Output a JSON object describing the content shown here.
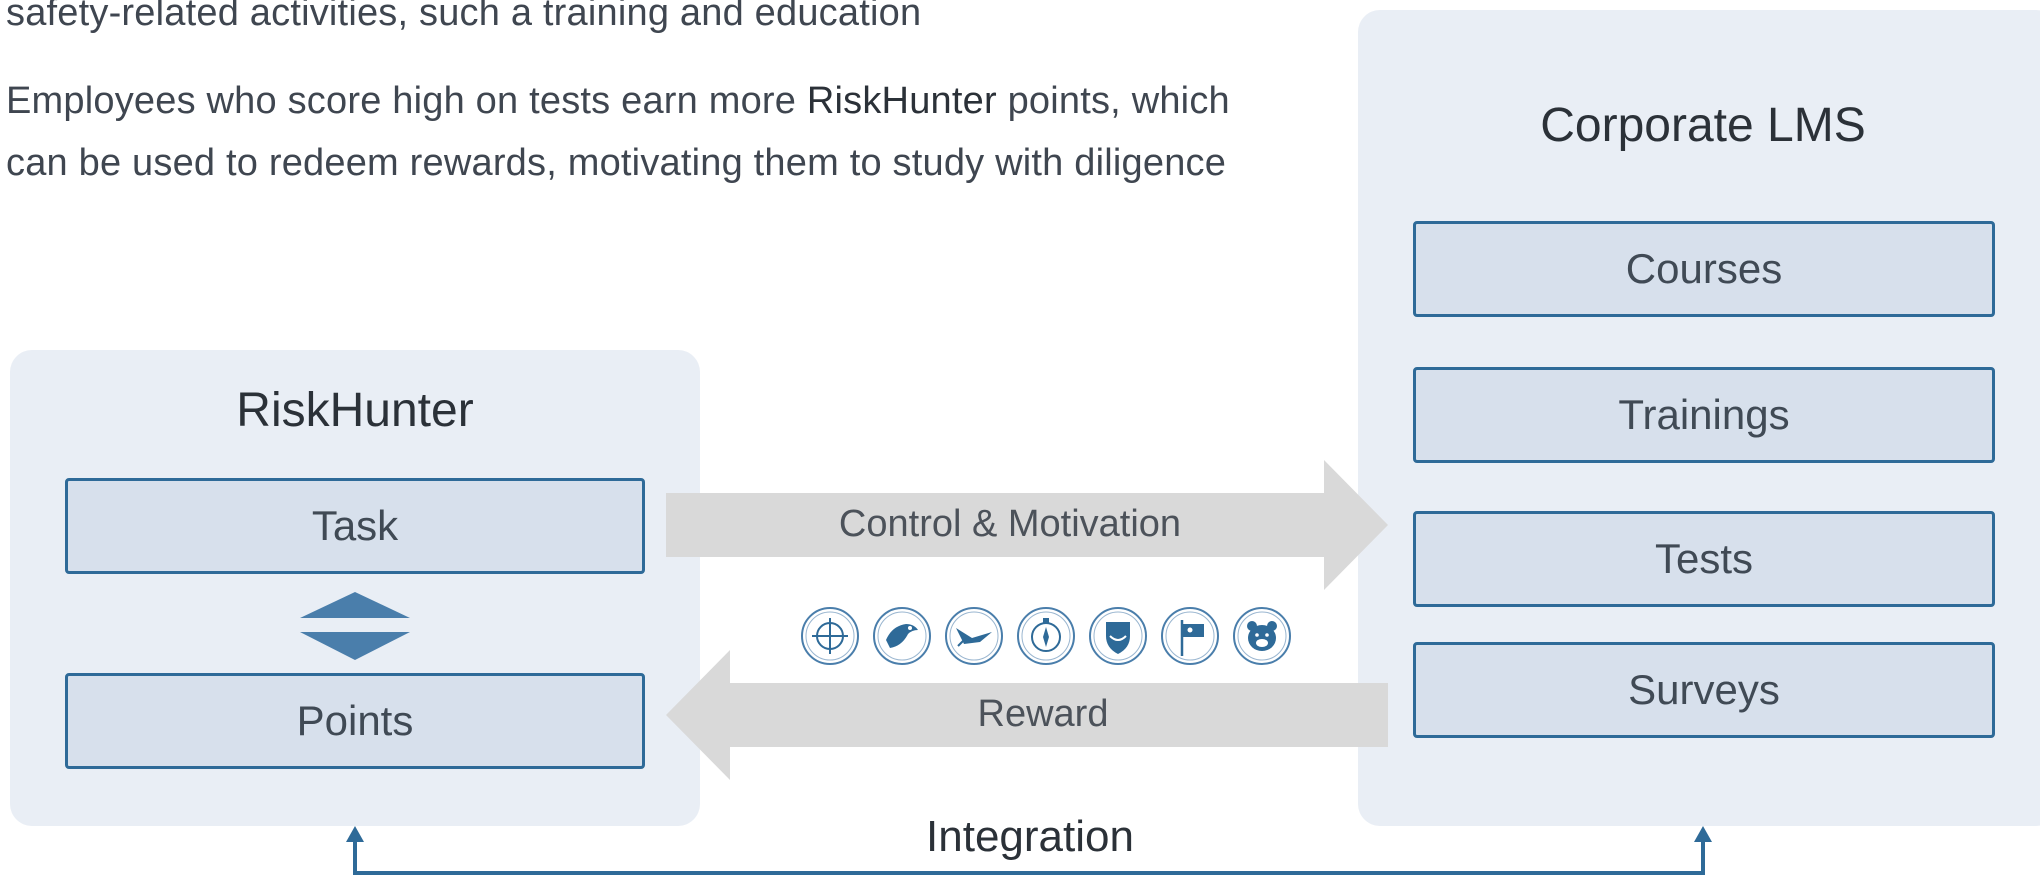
{
  "intro": {
    "line1": "safety-related activities, such a training and education",
    "para2_pre": "Employees who score high on tests earn more ",
    "para2_brand": "RiskHunter",
    "para2_post": " points, which",
    "para2_line2": "can be used to redeem rewards, motivating them to study with diligence"
  },
  "riskhunter": {
    "title": "RiskHunter",
    "items": [
      "Task",
      "Points"
    ]
  },
  "lms": {
    "title": "Corporate LMS",
    "items": [
      "Courses",
      "Trainings",
      "Tests",
      "Surveys"
    ]
  },
  "flows": {
    "forward": "Control & Motivation",
    "back": "Reward",
    "integration": "Integration"
  },
  "badges": [
    "crosshair-badge-icon",
    "eagle-badge-icon",
    "bird-badge-icon",
    "compass-badge-icon",
    "shield-badge-icon",
    "flag-badge-icon",
    "bear-badge-icon"
  ],
  "colors": {
    "panel": "#e9eef5",
    "box_fill": "#d7e0ec",
    "box_border": "#2e6a98",
    "arrow_gray": "#d9d9d9",
    "accent_blue": "#4a7eab"
  }
}
